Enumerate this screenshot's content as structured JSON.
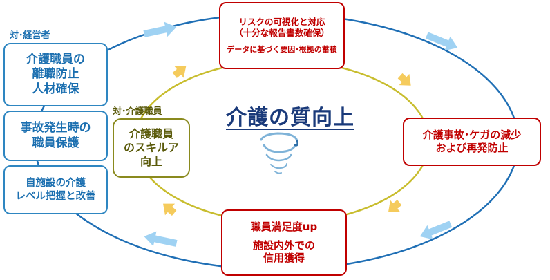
{
  "title": "介護の質向上",
  "labels": {
    "management": "対･経営者",
    "staff": "対･介護職員"
  },
  "boxes": {
    "risk": {
      "line1": "リスクの可視化と対応",
      "line2": "（十分な報告書数確保）",
      "line3": "データに基づく要因･根拠の蓄積"
    },
    "accident": {
      "line1": "介護事故･ケガの減少",
      "line2": "および再発防止"
    },
    "satisfaction": {
      "line1": "職員満足度up",
      "line2": "施設内外での",
      "line3": "信用獲得"
    },
    "retention": {
      "line1": "介護職員の",
      "line2": "離職防止",
      "line3": "人材確保"
    },
    "protection": {
      "line1": "事故発生時の",
      "line2": "職員保護"
    },
    "level": {
      "line1": "自施設の介護",
      "line2": "レベル把握と改善"
    },
    "skill": {
      "line1": "介護職員",
      "line2": "のスキルア",
      "line3": "向上"
    }
  },
  "icons": {
    "center": "swirl-icon"
  },
  "colors": {
    "red": "#c00000",
    "blue": "#2e86c1",
    "olive": "#8a8a1e",
    "outer_ring": "#1f6fb5",
    "inner_ring": "#c8bd2e",
    "blue_arrow": "#9fd2f3",
    "yellow_arrow": "#f5cb5c",
    "title": "#1a3a7a"
  }
}
